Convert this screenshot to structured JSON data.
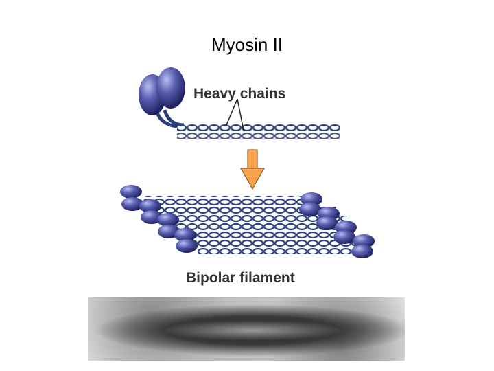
{
  "title": "Myosin II",
  "labels": {
    "heavy_chains": "Heavy chains",
    "bipolar_filament": "Bipolar filament"
  },
  "colors": {
    "myosin_head": "#3b3f8f",
    "tail": "#2b3f7a",
    "arrow": "#f6a34b"
  },
  "image": {
    "description_name": "electron-micrograph"
  }
}
